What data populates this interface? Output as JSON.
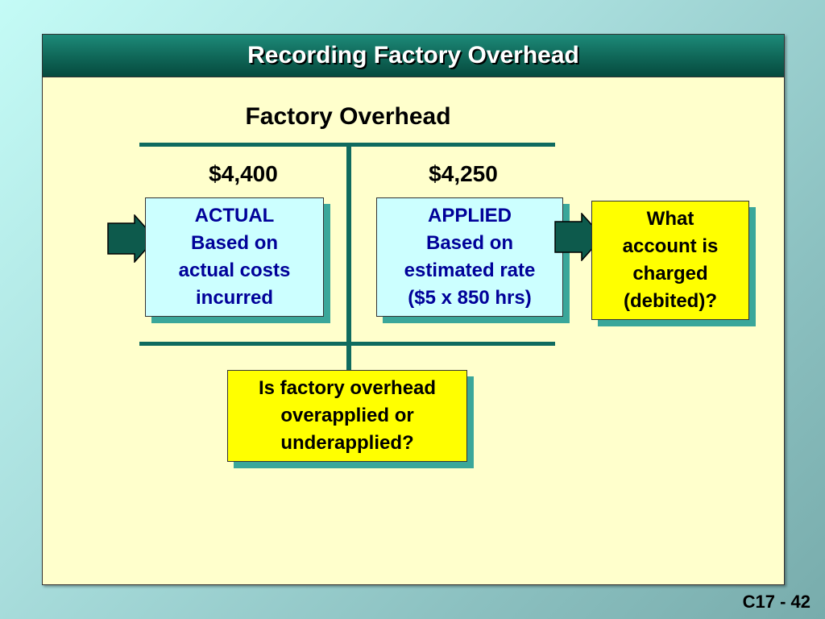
{
  "slide": {
    "title": "Recording Factory Overhead",
    "account_title": "Factory Overhead",
    "page_number": "C17 - 42"
  },
  "debit_side": {
    "amount": "$4,400",
    "box_lines": [
      "ACTUAL",
      "Based on",
      "actual costs",
      "incurred"
    ]
  },
  "credit_side": {
    "amount": "$4,250",
    "box_lines": [
      "APPLIED",
      "Based on",
      "estimated rate",
      "($5 x 850 hrs)"
    ]
  },
  "question_box": {
    "lines": [
      "What",
      "account is",
      "charged",
      "(debited)?"
    ]
  },
  "bottom_question": {
    "lines": [
      "Is factory overhead",
      "overapplied or",
      "underapplied?"
    ]
  },
  "colors": {
    "title_bar": "#0f6657",
    "slide_background": "#ffffcc",
    "cyan_box": "#ccffff",
    "yellow_box": "#ffff00",
    "t_account_lines": "#0f6b5f",
    "box_text_blue": "#000099"
  }
}
